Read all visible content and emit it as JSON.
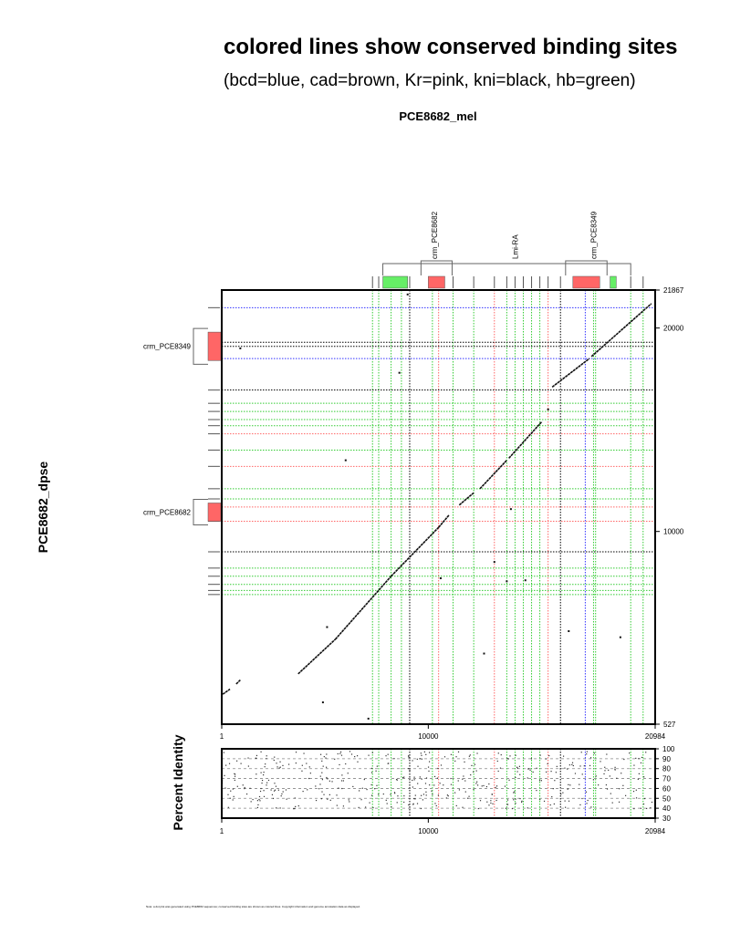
{
  "page": {
    "title": "colored lines show conserved binding sites",
    "subtitle": "(bcd=blue, cad=brown, Kr=pink, kni=black, hb=green)",
    "x_sequence": "PCE8682_mel",
    "y_sequence": "PCE8682_dpse",
    "footer": "Note: a dot plot was generated using PCE8682 sequences; conserved binding sites are shown as colored lines. Copyright information and genome annotation data as displayed."
  },
  "colors": {
    "bcd": "#3333ff",
    "cad": "#996633",
    "Kr": "#ff6666",
    "kni": "#000000",
    "hb": "#33cc33",
    "crm_box": "#ff6666",
    "hb_box": "#66ee66",
    "grid": "#888888"
  },
  "chart_data": [
    {
      "type": "scatter",
      "name": "dot-plot",
      "xlim": [
        1,
        20984
      ],
      "ylim": [
        527,
        21867
      ],
      "x_ticks": [
        1,
        10000,
        20984
      ],
      "x_tick_labels": [
        "1",
        "10000",
        "20984"
      ],
      "y_ticks": [
        527,
        10000,
        20000,
        21867
      ],
      "y_tick_labels": [
        "527",
        "10000",
        "20000",
        "21867"
      ],
      "top_labels": [
        {
          "text": "crm_PCE8682",
          "x": 10300
        },
        {
          "text": "Lmi-RA",
          "x": 14200
        },
        {
          "text": "crm_PCE8349",
          "x": 18000
        }
      ],
      "left_labels": [
        {
          "text": "crm_PCE8349",
          "y": 19100
        },
        {
          "text": "crm_PCE8682",
          "y": 10950
        }
      ],
      "top_gene_span": [
        7800,
        19800
      ],
      "top_crm_boxes": [
        {
          "x0": 10000,
          "x1": 10800
        },
        {
          "x0": 17000,
          "x1": 18300
        }
      ],
      "top_hb_boxes": [
        {
          "x0": 7800,
          "x1": 9000
        },
        {
          "x0": 18800,
          "x1": 19100
        }
      ],
      "left_crm_boxes": [
        {
          "y0": 18400,
          "y1": 19800
        },
        {
          "y0": 10500,
          "y1": 11400
        }
      ],
      "vlines": [
        {
          "x": 7300,
          "site": "hb"
        },
        {
          "x": 7600,
          "site": "hb"
        },
        {
          "x": 8200,
          "site": "hb"
        },
        {
          "x": 8700,
          "site": "hb"
        },
        {
          "x": 9100,
          "site": "kni"
        },
        {
          "x": 10200,
          "site": "hb"
        },
        {
          "x": 10500,
          "site": "Kr"
        },
        {
          "x": 11200,
          "site": "hb"
        },
        {
          "x": 12200,
          "site": "hb"
        },
        {
          "x": 13200,
          "site": "Kr"
        },
        {
          "x": 13800,
          "site": "hb"
        },
        {
          "x": 14200,
          "site": "hb"
        },
        {
          "x": 14600,
          "site": "hb"
        },
        {
          "x": 15000,
          "site": "hb"
        },
        {
          "x": 15400,
          "site": "hb"
        },
        {
          "x": 15800,
          "site": "Kr"
        },
        {
          "x": 16400,
          "site": "kni"
        },
        {
          "x": 17600,
          "site": "bcd"
        },
        {
          "x": 18000,
          "site": "hb"
        },
        {
          "x": 18100,
          "site": "hb"
        },
        {
          "x": 19800,
          "site": "hb"
        },
        {
          "x": 20400,
          "site": "hb"
        }
      ],
      "hlines": [
        {
          "y": 21000,
          "site": "bcd"
        },
        {
          "y": 19300,
          "site": "kni"
        },
        {
          "y": 19100,
          "site": "kni"
        },
        {
          "y": 18500,
          "site": "bcd"
        },
        {
          "y": 16950,
          "site": "kni"
        },
        {
          "y": 16300,
          "site": "hb"
        },
        {
          "y": 15900,
          "site": "hb"
        },
        {
          "y": 15500,
          "site": "hb"
        },
        {
          "y": 15200,
          "site": "hb"
        },
        {
          "y": 14800,
          "site": "Kr"
        },
        {
          "y": 14000,
          "site": "hb"
        },
        {
          "y": 13200,
          "site": "Kr"
        },
        {
          "y": 12100,
          "site": "hb"
        },
        {
          "y": 11600,
          "site": "hb"
        },
        {
          "y": 11200,
          "site": "Kr"
        },
        {
          "y": 10500,
          "site": "Kr"
        },
        {
          "y": 9000,
          "site": "kni"
        },
        {
          "y": 8200,
          "site": "hb"
        },
        {
          "y": 7800,
          "site": "hb"
        },
        {
          "y": 7400,
          "site": "hb"
        },
        {
          "y": 7100,
          "site": "hb"
        },
        {
          "y": 6900,
          "site": "hb"
        }
      ],
      "segments": [
        {
          "x0": 50,
          "y0": 2000,
          "x1": 400,
          "y1": 2250
        },
        {
          "x0": 700,
          "y0": 2500,
          "x1": 900,
          "y1": 2700
        },
        {
          "x0": 3700,
          "y0": 3000,
          "x1": 5500,
          "y1": 4700
        },
        {
          "x0": 5500,
          "y0": 4700,
          "x1": 8200,
          "y1": 7800
        },
        {
          "x0": 8200,
          "y0": 7800,
          "x1": 10500,
          "y1": 10200
        },
        {
          "x0": 10500,
          "y0": 10200,
          "x1": 11000,
          "y1": 10800
        },
        {
          "x0": 11500,
          "y0": 11300,
          "x1": 12200,
          "y1": 11900
        },
        {
          "x0": 12500,
          "y0": 12100,
          "x1": 13800,
          "y1": 13500
        },
        {
          "x0": 13900,
          "y0": 13600,
          "x1": 15500,
          "y1": 15400
        },
        {
          "x0": 16000,
          "y0": 17100,
          "x1": 17800,
          "y1": 18500
        },
        {
          "x0": 17900,
          "y0": 18600,
          "x1": 20800,
          "y1": 21200
        }
      ],
      "dots": [
        {
          "x": 9000,
          "y": 21650
        },
        {
          "x": 900,
          "y": 19000
        },
        {
          "x": 8600,
          "y": 17800
        },
        {
          "x": 6000,
          "y": 13500
        },
        {
          "x": 13200,
          "y": 8500
        },
        {
          "x": 15800,
          "y": 16000
        },
        {
          "x": 16800,
          "y": 5100
        },
        {
          "x": 19300,
          "y": 4800
        },
        {
          "x": 7100,
          "y": 800
        },
        {
          "x": 4900,
          "y": 1600
        },
        {
          "x": 5100,
          "y": 5300
        },
        {
          "x": 14000,
          "y": 11100
        },
        {
          "x": 12700,
          "y": 4000
        },
        {
          "x": 14700,
          "y": 7600
        },
        {
          "x": 10600,
          "y": 7700
        },
        {
          "x": 13800,
          "y": 7550
        }
      ]
    },
    {
      "type": "scatter",
      "name": "percent-identity",
      "xlim": [
        1,
        20984
      ],
      "ylim": [
        30,
        100
      ],
      "ylabel": "Percent Identity",
      "x_ticks": [
        1,
        10000,
        20984
      ],
      "x_tick_labels": [
        "1",
        "10000",
        "20984"
      ],
      "y_ticks": [
        30,
        40,
        50,
        60,
        70,
        80,
        90,
        100
      ],
      "y_tick_labels": [
        "30",
        "40",
        "50",
        "60",
        "70",
        "80",
        "90",
        "100"
      ]
    }
  ]
}
